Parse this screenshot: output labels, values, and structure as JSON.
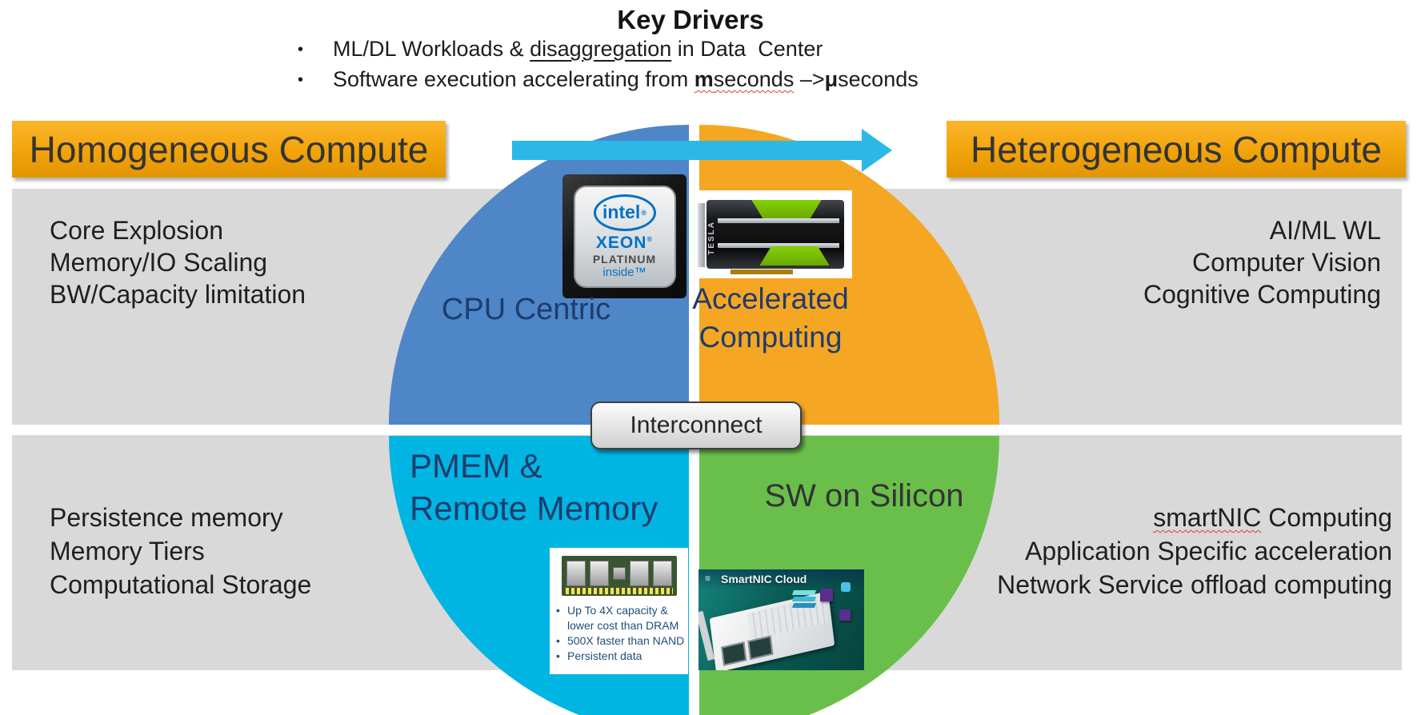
{
  "header": {
    "title": "Key Drivers",
    "bullet_char": "•",
    "bullet1": {
      "pre": "ML/DL Workloads & ",
      "underlined": "disaggregation",
      "post": " in Data  Center"
    },
    "bullet2": {
      "pre": "Software execution accelerating from ",
      "word1_bold": "m",
      "word1_rest": "seconds",
      "arrow": " –>",
      "word2_bold": "μ",
      "word2_rest": "seconds"
    }
  },
  "banners": {
    "left": "Homogeneous Compute",
    "right": "Heterogeneous Compute"
  },
  "panels": {
    "top_left": [
      "Core Explosion",
      "Memory/IO Scaling",
      "BW/Capacity limitation"
    ],
    "top_right": [
      "AI/ML WL",
      "Computer Vision",
      "Cognitive Computing"
    ],
    "bottom_left": [
      "Persistence memory",
      "Memory Tiers",
      "Computational Storage"
    ],
    "bottom_right": {
      "line1_misspelled": "smartNIC",
      "line1_rest": " Computing",
      "line2": "Application Specific acceleration",
      "line3": "Network Service offload computing"
    }
  },
  "quadrants": {
    "top_left": {
      "label": "CPU Centric",
      "color": "#4e86c8"
    },
    "top_right": {
      "line1": "Accelerated",
      "line2": "Computing",
      "color": "#f5a623"
    },
    "bottom_left": {
      "line1": "PMEM &",
      "line2": "Remote Memory",
      "color": "#00b5e2"
    },
    "bottom_right": {
      "label": "SW on Silicon",
      "color": "#6abf4b"
    }
  },
  "center_badge": "Interconnect",
  "intel_chip": {
    "brand": "intel",
    "brand_reg": "®",
    "line1": "XEON",
    "line1_reg": "®",
    "line2": "PLATINUM",
    "line3": "inside™"
  },
  "gpu_card": {
    "side_label": "TESLA"
  },
  "pmem_box": {
    "bullets": [
      "Up To 4X capacity & lower cost than DRAM",
      "500X faster than NAND",
      "Persistent data"
    ]
  },
  "smartnic": {
    "title": "SmartNIC Cloud",
    "logo_glyph": "≡"
  },
  "colors": {
    "quadrant_blue": "#4e86c8",
    "quadrant_orange": "#f5a623",
    "quadrant_cyan": "#00b5e2",
    "quadrant_green": "#6abf4b",
    "banner_orange": "#f2a50d",
    "arrow_cyan": "#2bb8e6",
    "panel_gray": "#d9d9d9",
    "label_navy": "#1e3c6e",
    "intel_blue": "#0071c5",
    "nvidia_green": "#76b900"
  }
}
